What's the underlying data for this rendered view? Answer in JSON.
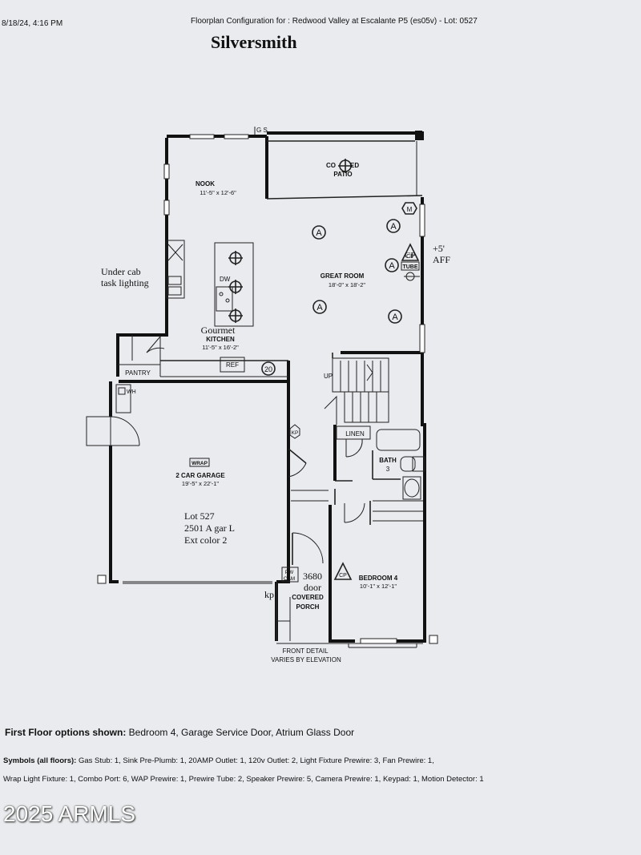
{
  "header": {
    "datetime": "8/18/24, 4:16 PM",
    "config_title": "Floorplan Configuration for : Redwood Valley at Escalante P5 (es05v) - Lot: 0527",
    "plan_name": "Silversmith"
  },
  "rooms": {
    "nook": {
      "name": "NOOK",
      "dims": "11'-5\" x 12'-6\""
    },
    "patio": {
      "name_a": "CO",
      "name_b": "ED",
      "name_c": "PATIO"
    },
    "great_room": {
      "name": "GREAT ROOM",
      "dims": "18'-0\" x 18'-2\""
    },
    "kitchen": {
      "name_hand": "Gourmet",
      "name": "KITCHEN",
      "dims": "11'-5\" x 16'-2\""
    },
    "pantry": {
      "name": "PANTRY"
    },
    "garage": {
      "name": "2 CAR GARAGE",
      "dims": "19'-5\" x 22'-1\""
    },
    "bath": {
      "name": "BATH",
      "number": "3"
    },
    "linen": {
      "name": "LINEN"
    },
    "bedroom4": {
      "name": "BEDROOM 4",
      "dims": "10'-1\" x 12'-1\""
    },
    "porch": {
      "name_a": "COVERED",
      "name_b": "PORCH"
    }
  },
  "fixtures": {
    "dw": "DW",
    "ref": "REF",
    "wh": "WH",
    "up": "UP",
    "kp": "KP",
    "pw": "PW",
    "cam": "CAM",
    "wrap": "WRAP",
    "tube": "TUBE",
    "cp": "CP",
    "g_s": "G S",
    "m": "M",
    "f": "F",
    "a": "A",
    "outlet_20": "20"
  },
  "handwritten": {
    "under_cab_1": "Under cab",
    "under_cab_2": "task lighting",
    "aff_1": "+5'",
    "aff_2": "AFF",
    "lot_1": "Lot 527",
    "lot_2": "2501 A gar L",
    "lot_3": "Ext color 2",
    "door_1": "3680",
    "door_2": "door",
    "kp": "kp",
    "cp": "CP"
  },
  "front_note": {
    "line1": "FRONT DETAIL",
    "line2": "VARIES BY ELEVATION"
  },
  "options": {
    "label": "First Floor options shown:",
    "value": "Bedroom 4,  Garage Service Door,  Atrium Glass Door"
  },
  "symbols": {
    "label": "Symbols (all floors):",
    "line1": "Gas Stub: 1,  Sink Pre-Plumb: 1,  20AMP Outlet: 1,  120v Outlet: 2,  Light Fixture Prewire: 3,  Fan Prewire: 1,",
    "line2": "Wrap Light Fixture: 1,  Combo Port: 6,  WAP Prewire: 1,  Prewire Tube: 2,  Speaker Prewire: 5,  Camera Prewire: 1,  Keypad: 1,  Motion Detector: 1"
  },
  "watermark": "2025 ARMLS"
}
